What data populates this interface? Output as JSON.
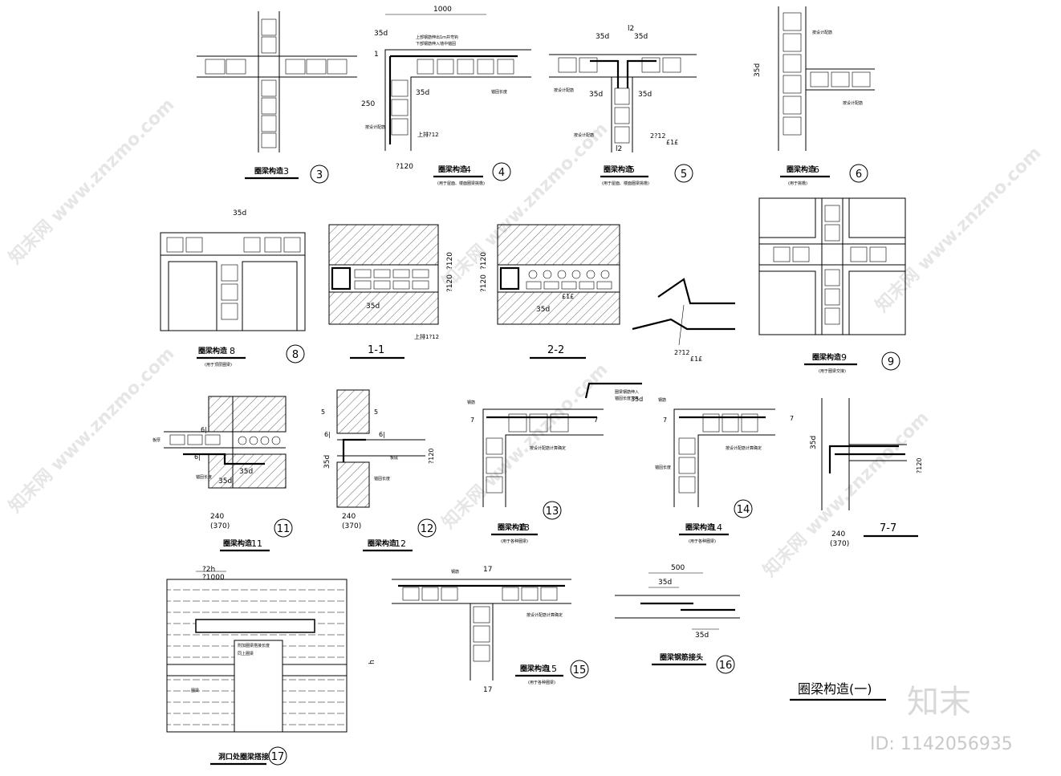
{
  "details": {
    "d3": {
      "caption": "圈梁构造",
      "num": "3",
      "circle": "3"
    },
    "d4": {
      "caption": "圈梁构造",
      "num": "4",
      "circle": "4",
      "sub": "(用于屋面、楼面圈梁挑檐)",
      "dims": [
        "1000",
        "35d",
        "35d",
        "250",
        "?120",
        "1"
      ],
      "notes": [
        "上部钢筋伸出1m并弯钩",
        "下部钢筋伸入墙中锚固",
        "上排?12",
        "锚固长度",
        "按设计配筋"
      ]
    },
    "d5": {
      "caption": "圈梁构造",
      "num": "5",
      "circle": "5",
      "sub": "(用于屋面、楼面圈梁挑檐)",
      "dims": [
        "35d",
        "35d",
        "35d",
        "35d",
        "l2",
        "l2",
        "2?12",
        "£1£"
      ],
      "notes": [
        "按设计配筋",
        "按设计配筋"
      ]
    },
    "d6": {
      "caption": "圈梁构造",
      "num": "6",
      "circle": "6",
      "sub": "(用于挑檐)",
      "dims": [
        "35d"
      ],
      "notes": [
        "按设计配筋",
        "按设计配筋"
      ]
    },
    "d8": {
      "caption": "圈梁构造",
      "num": "8",
      "circle": "8",
      "sub": "(用于顶层圈梁)",
      "dims": [
        "35d"
      ]
    },
    "s11": {
      "label": "1-1",
      "dims": [
        "?120",
        "?120",
        "35d",
        "上排1?12"
      ]
    },
    "s22": {
      "label": "2-2",
      "dims": [
        "?120",
        "?120",
        "35d",
        "£1£"
      ]
    },
    "bent": {
      "dims": [
        "2?12",
        "£1£"
      ]
    },
    "d9": {
      "caption": "圈梁构造",
      "num": "9",
      "circle": "9",
      "sub": "(用于圈梁交接)"
    },
    "d11": {
      "caption": "圈梁构造",
      "num": "11",
      "circle": "11",
      "dims": [
        "6|",
        "6|",
        "35d",
        "35d",
        "240",
        "(370)",
        "板厚"
      ],
      "notes": [
        "锚固长度"
      ]
    },
    "d12": {
      "caption": "圈梁构造",
      "num": "12",
      "circle": "12",
      "dims": [
        "5",
        "5",
        "6|",
        "6|",
        "35d",
        "?120",
        "240",
        "(370)"
      ],
      "notes": [
        "板底",
        "锚固长度"
      ]
    },
    "d13": {
      "caption": "圈梁构造",
      "num": "13",
      "circle": "13",
      "sub": "(用于各种圈梁)",
      "dims": [
        "7",
        "7",
        "35d"
      ],
      "notes": [
        "钢筋",
        "圈梁钢筋伸入",
        "锚固长度35d",
        "按设计配筋计算确定"
      ]
    },
    "d14": {
      "caption": "圈梁构造",
      "num": "14",
      "circle": "14",
      "sub": "(用于各种圈梁)",
      "dims": [
        "7",
        "7"
      ],
      "notes": [
        "钢筋",
        "按设计配筋计算确定",
        "锚固长度"
      ]
    },
    "s77": {
      "label": "7-7",
      "dims": [
        "35d",
        "?120",
        "240",
        "(370)"
      ]
    },
    "d15": {
      "caption": "圈梁构造",
      "num": "15",
      "circle": "15",
      "sub": "(用于各种圈梁)",
      "dims": [
        "17",
        "17"
      ],
      "notes": [
        "钢筋",
        "按设计配筋计算确定"
      ]
    },
    "d16": {
      "caption": "圈梁钢筋接头",
      "circle": "16",
      "dims": [
        "500",
        "35d",
        "35d"
      ]
    },
    "d17": {
      "caption": "洞口处圈梁搭接",
      "circle": "17",
      "dims": [
        "?2h",
        "?1000",
        "h"
      ],
      "notes": [
        "附加圈梁搭接长度",
        "同上圈梁",
        "圈梁"
      ]
    }
  },
  "sheet_title": "圈梁构造(一)",
  "brand": "知末",
  "image_id": "ID: 1142056935",
  "watermark": "知末网 www.znzmo.com"
}
